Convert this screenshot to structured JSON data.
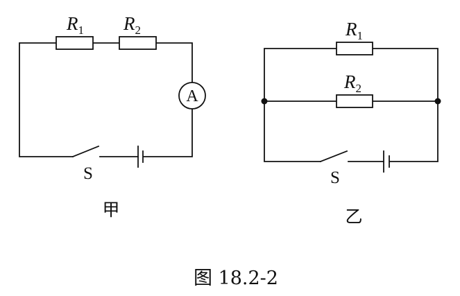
{
  "figure": {
    "caption": "图 18.2-2",
    "circuits": [
      {
        "id": "jia",
        "label": "甲",
        "configuration": "series",
        "components": {
          "r1": {
            "symbol": "R",
            "subscript": "1"
          },
          "r2": {
            "symbol": "R",
            "subscript": "2"
          },
          "ammeter": {
            "symbol": "A"
          },
          "switch": {
            "symbol": "S",
            "state": "open"
          },
          "battery": {
            "cells": 1
          }
        }
      },
      {
        "id": "yi",
        "label": "乙",
        "configuration": "parallel",
        "components": {
          "r1": {
            "symbol": "R",
            "subscript": "1"
          },
          "r2": {
            "symbol": "R",
            "subscript": "2"
          },
          "switch": {
            "symbol": "S",
            "state": "open"
          },
          "battery": {
            "cells": 1
          }
        }
      }
    ]
  }
}
